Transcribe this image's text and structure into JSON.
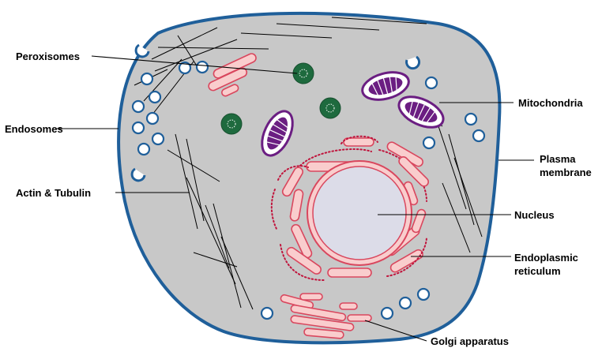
{
  "labels": {
    "peroxisomes": "Peroxisomes",
    "endosomes": "Endosomes",
    "actin_tubulin": "Actin & Tubulin",
    "mitochondria": "Mitochondria",
    "plasma_membrane_line1": "Plasma",
    "plasma_membrane_line2": "membrane",
    "nucleus": "Nucleus",
    "er_line1": "Endoplasmic",
    "er_line2": "reticulum",
    "golgi": "Golgi apparatus"
  },
  "colors": {
    "cytoplasm": "#c8c8c8",
    "membrane": "#1f5f9a",
    "nucleus": "#dcdce8",
    "nuclear_envelope": "#d9475e",
    "er": "#f9cdcd",
    "mitochondria": "#6b1e82",
    "peroxisome": "#1e6a3e"
  }
}
